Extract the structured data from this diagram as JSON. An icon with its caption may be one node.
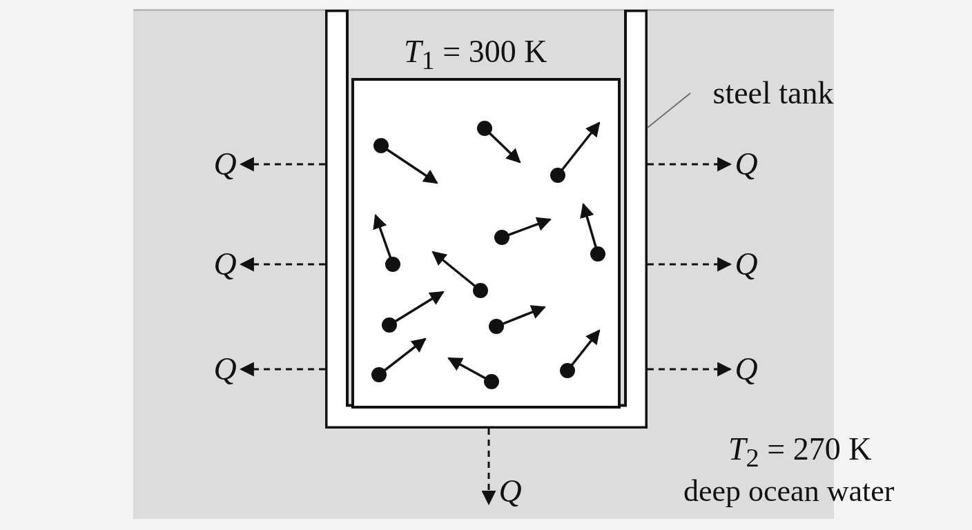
{
  "diagram": {
    "nodes": [
      {
        "text": [],
        "shape": "box"
      },
      {
        "text": [
          "steel tank"
        ]
      },
      {
        "text": [
          "Q"
        ]
      },
      {
        "text": [
          "Q"
        ]
      },
      {
        "text": [
          "Q"
        ]
      },
      {
        "text": [
          "Q"
        ]
      },
      {
        "text": [
          "Q"
        ]
      },
      {
        "text": [
          "Q"
        ]
      },
      {
        "text": [
          "Q"
        ]
      }
    ],
    "edges": [
      {
        "from": 1,
        "to": 0,
        "arrow": "none",
        "color": "#707070"
      },
      {
        "from": 0,
        "to": 2,
        "arrow": "to",
        "style": "dashed"
      },
      {
        "from": 0,
        "to": 3,
        "arrow": "to",
        "style": "dashed"
      },
      {
        "from": 0,
        "to": 4,
        "arrow": "to",
        "style": "dashed"
      },
      {
        "from": 0,
        "to": 5,
        "arrow": "to",
        "style": "dashed"
      },
      {
        "from": 0,
        "to": 6,
        "arrow": "to",
        "style": "dashed"
      },
      {
        "from": 0,
        "to": 7,
        "arrow": "to",
        "style": "dashed"
      },
      {
        "from": 0,
        "to": 8,
        "arrow": "to",
        "style": "dashed"
      }
    ],
    "labels": [
      "*T*$_{1}$ = 300 K",
      "*T*$_{2}$ = 270 K",
      "deep ocean water"
    ]
  }
}
